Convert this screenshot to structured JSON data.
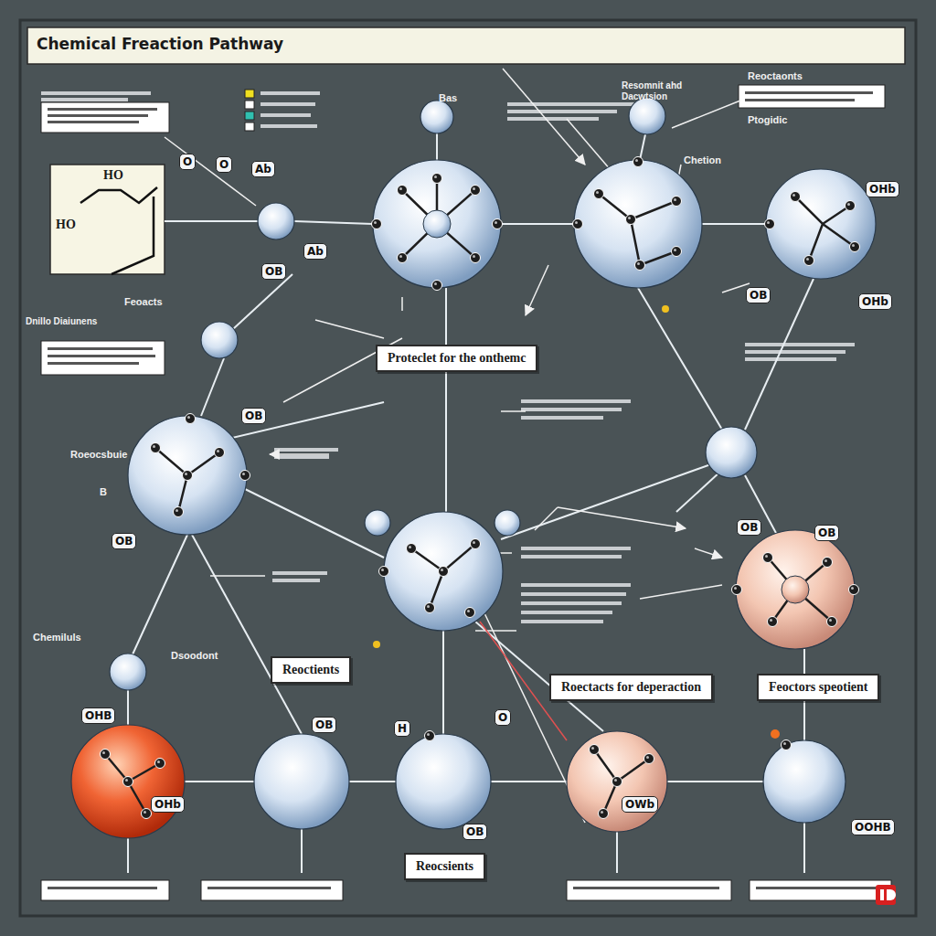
{
  "diagram": {
    "title": "Chemical Freaction Pathway",
    "nodes": [
      {
        "text": [
          "HO",
          "HO"
        ]
      },
      {
        "text": [
          "Proteclet for the onthemc"
        ]
      },
      {
        "text": [
          "Reoctients"
        ]
      },
      {
        "text": [
          "Roectacts for deperaction"
        ]
      },
      {
        "text": [
          "Feoctors speotient"
        ]
      },
      {
        "text": [
          "Reocsients"
        ]
      }
    ],
    "labels": [
      "Bas",
      "Resomnit ahd Dacwtsion",
      "Reoctaonts",
      "Ptogidic",
      "Chetion",
      "O",
      "O",
      "Ab",
      "Ab",
      "OB",
      "OHb",
      "OB",
      "OHb",
      "Dnillo Diaiunens",
      "Feoacts",
      "OB",
      "Roeocsbuie",
      "B",
      "OB",
      "OB",
      "OB",
      "Chemiluls",
      "Dsoodont",
      "OHB",
      "OB",
      "H",
      "O",
      "OHb",
      "OB",
      "OWb",
      "OOHB"
    ]
  }
}
